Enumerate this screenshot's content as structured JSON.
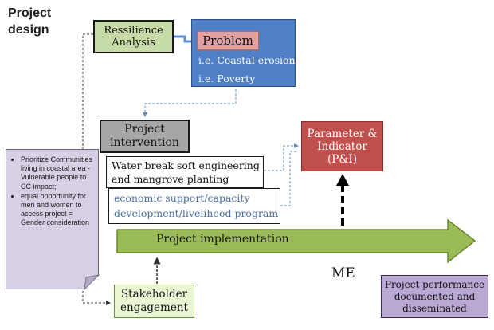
{
  "title": "Project design",
  "resilience": {
    "line1": "Ressilience",
    "line2": "Analysis"
  },
  "problem": {
    "label": "Problem",
    "item1": "i.e. Coastal erosion",
    "item2": "i.e. Poverty"
  },
  "intervention": {
    "line1": "Project",
    "line2": "intervention"
  },
  "parameter": {
    "line1": "Parameter &",
    "line2": "Indicator",
    "line3": "(P&I)"
  },
  "water": {
    "line1": "Water break soft engineering",
    "line2": "and mangrove planting"
  },
  "economic": {
    "line1": "economic support/capacity",
    "line2": "development/livelihood program"
  },
  "prioritize": {
    "bullet1": "Prioritize Communities living in coastal area -Vulnerable people to CC impact;",
    "bullet2": "equal opportunity for men and women to access project = Gender consideration"
  },
  "implementation": "Project implementation",
  "stakeholder": {
    "line1": "Stakeholder",
    "line2": "engagement"
  },
  "me": "ME",
  "performance": {
    "line1": "Project performance",
    "line2": "documented and",
    "line3": "disseminated"
  },
  "colors": {
    "resilience": "#c6dba6",
    "problem": "#4f7fc4",
    "problem_label": "#e2a0a0",
    "intervention": "#a6a6a6",
    "parameter": "#c0504d",
    "prioritize": "#d7cfe4",
    "arrow": "#9bbb59",
    "stakeholder": "#eaf6d4",
    "performance": "#b9a8d4",
    "connector": "#5b8fc9"
  }
}
